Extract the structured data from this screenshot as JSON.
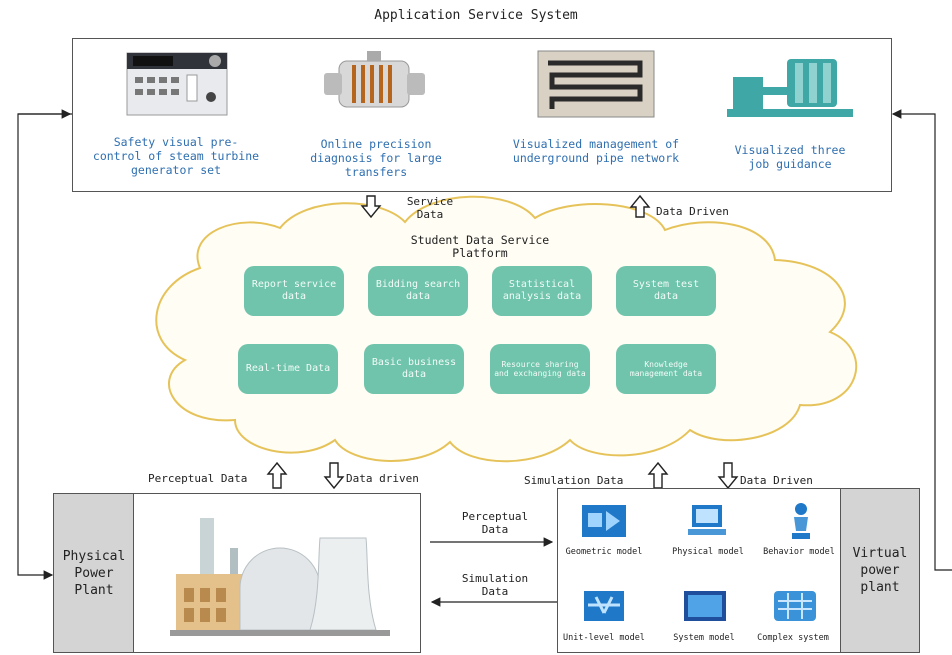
{
  "header": {
    "title": "Application Service System"
  },
  "applications": [
    {
      "label": "Safety visual pre-control of steam turbine generator set",
      "icon": "control-panel-icon"
    },
    {
      "label": "Online precision diagnosis for large transfers",
      "icon": "transformer-icon"
    },
    {
      "label": "Visualized management of underground pipe network",
      "icon": "pipe-network-icon"
    },
    {
      "label": "Visualized three job guidance",
      "icon": "turbine-machine-icon"
    }
  ],
  "connectors": {
    "service_data": "Service Data",
    "data_driven_top": "Data Driven",
    "perceptual_data_left": "Perceptual Data",
    "data_driven_left": "Data driven",
    "simulation_data_right": "Simulation Data",
    "data_driven_right": "Data Driven",
    "perceptual_data_mid": "Perceptual Data",
    "simulation_data_mid": "Simulation Data"
  },
  "platform": {
    "title": "Student Data Service Platform",
    "items": [
      "Report service data",
      "Bidding search data",
      "Statistical analysis data",
      "System test data",
      "Real-time Data",
      "Basic business data",
      "Resource sharing and exchanging data",
      "Knowledge management data"
    ]
  },
  "physical": {
    "label": "Physical Power Plant",
    "illustration": "power-plant-icon"
  },
  "virtual": {
    "label": "Virtual power plant",
    "models": [
      {
        "label": "Geometric model",
        "icon": "geometric-model-icon"
      },
      {
        "label": "Physical model",
        "icon": "physical-model-icon"
      },
      {
        "label": "Behavior model",
        "icon": "behavior-model-icon"
      },
      {
        "label": "Unit-level model",
        "icon": "unit-level-model-icon"
      },
      {
        "label": "System model",
        "icon": "system-model-icon"
      },
      {
        "label": "Complex system",
        "icon": "complex-system-icon"
      }
    ]
  },
  "colors": {
    "accent_blue": "#2f6fb0",
    "pill_green": "#6fc4ab",
    "cloud_stroke": "#e6c35a",
    "grey_box": "#d4d4d4"
  }
}
